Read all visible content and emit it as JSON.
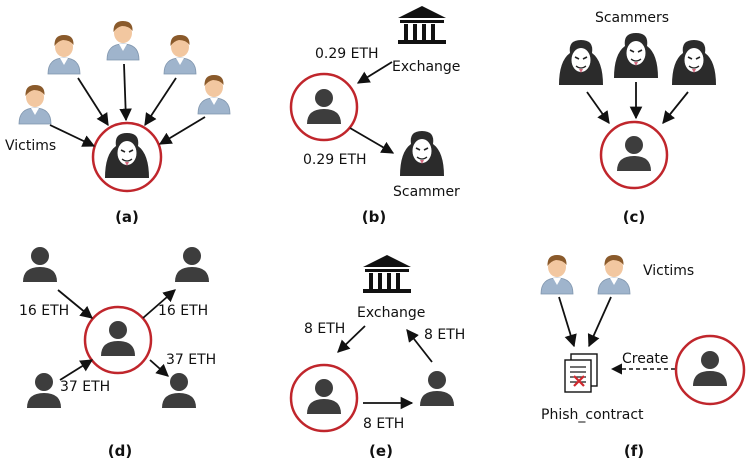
{
  "panels": {
    "a": {
      "caption": "(a)",
      "victims_label": "Victims"
    },
    "b": {
      "caption": "(b)",
      "exchange_label": "Exchange",
      "in_amount": "0.29 ETH",
      "out_amount": "0.29 ETH",
      "scammer_label": "Scammer"
    },
    "c": {
      "caption": "(c)",
      "scammers_label": "Scammers"
    },
    "d": {
      "caption": "(d)",
      "amount_in_top": "16 ETH",
      "amount_out_top": "16 ETH",
      "amount_in_bottom": "37 ETH",
      "amount_out_bottom": "37 ETH"
    },
    "e": {
      "caption": "(e)",
      "exchange_label": "Exchange",
      "amount_left": "8 ETH",
      "amount_right": "8 ETH",
      "amount_bottom": "8 ETH"
    },
    "f": {
      "caption": "(f)",
      "victims_label": "Victims",
      "create_label": "Create",
      "contract_label": "Phish_contract"
    }
  },
  "colors": {
    "highlight_ring": "#c0262c",
    "person_dark": "#3d3d3d",
    "skin": "#f2c7a0",
    "hair": "#8a5a2b",
    "shirt": "#9fb4cc"
  }
}
